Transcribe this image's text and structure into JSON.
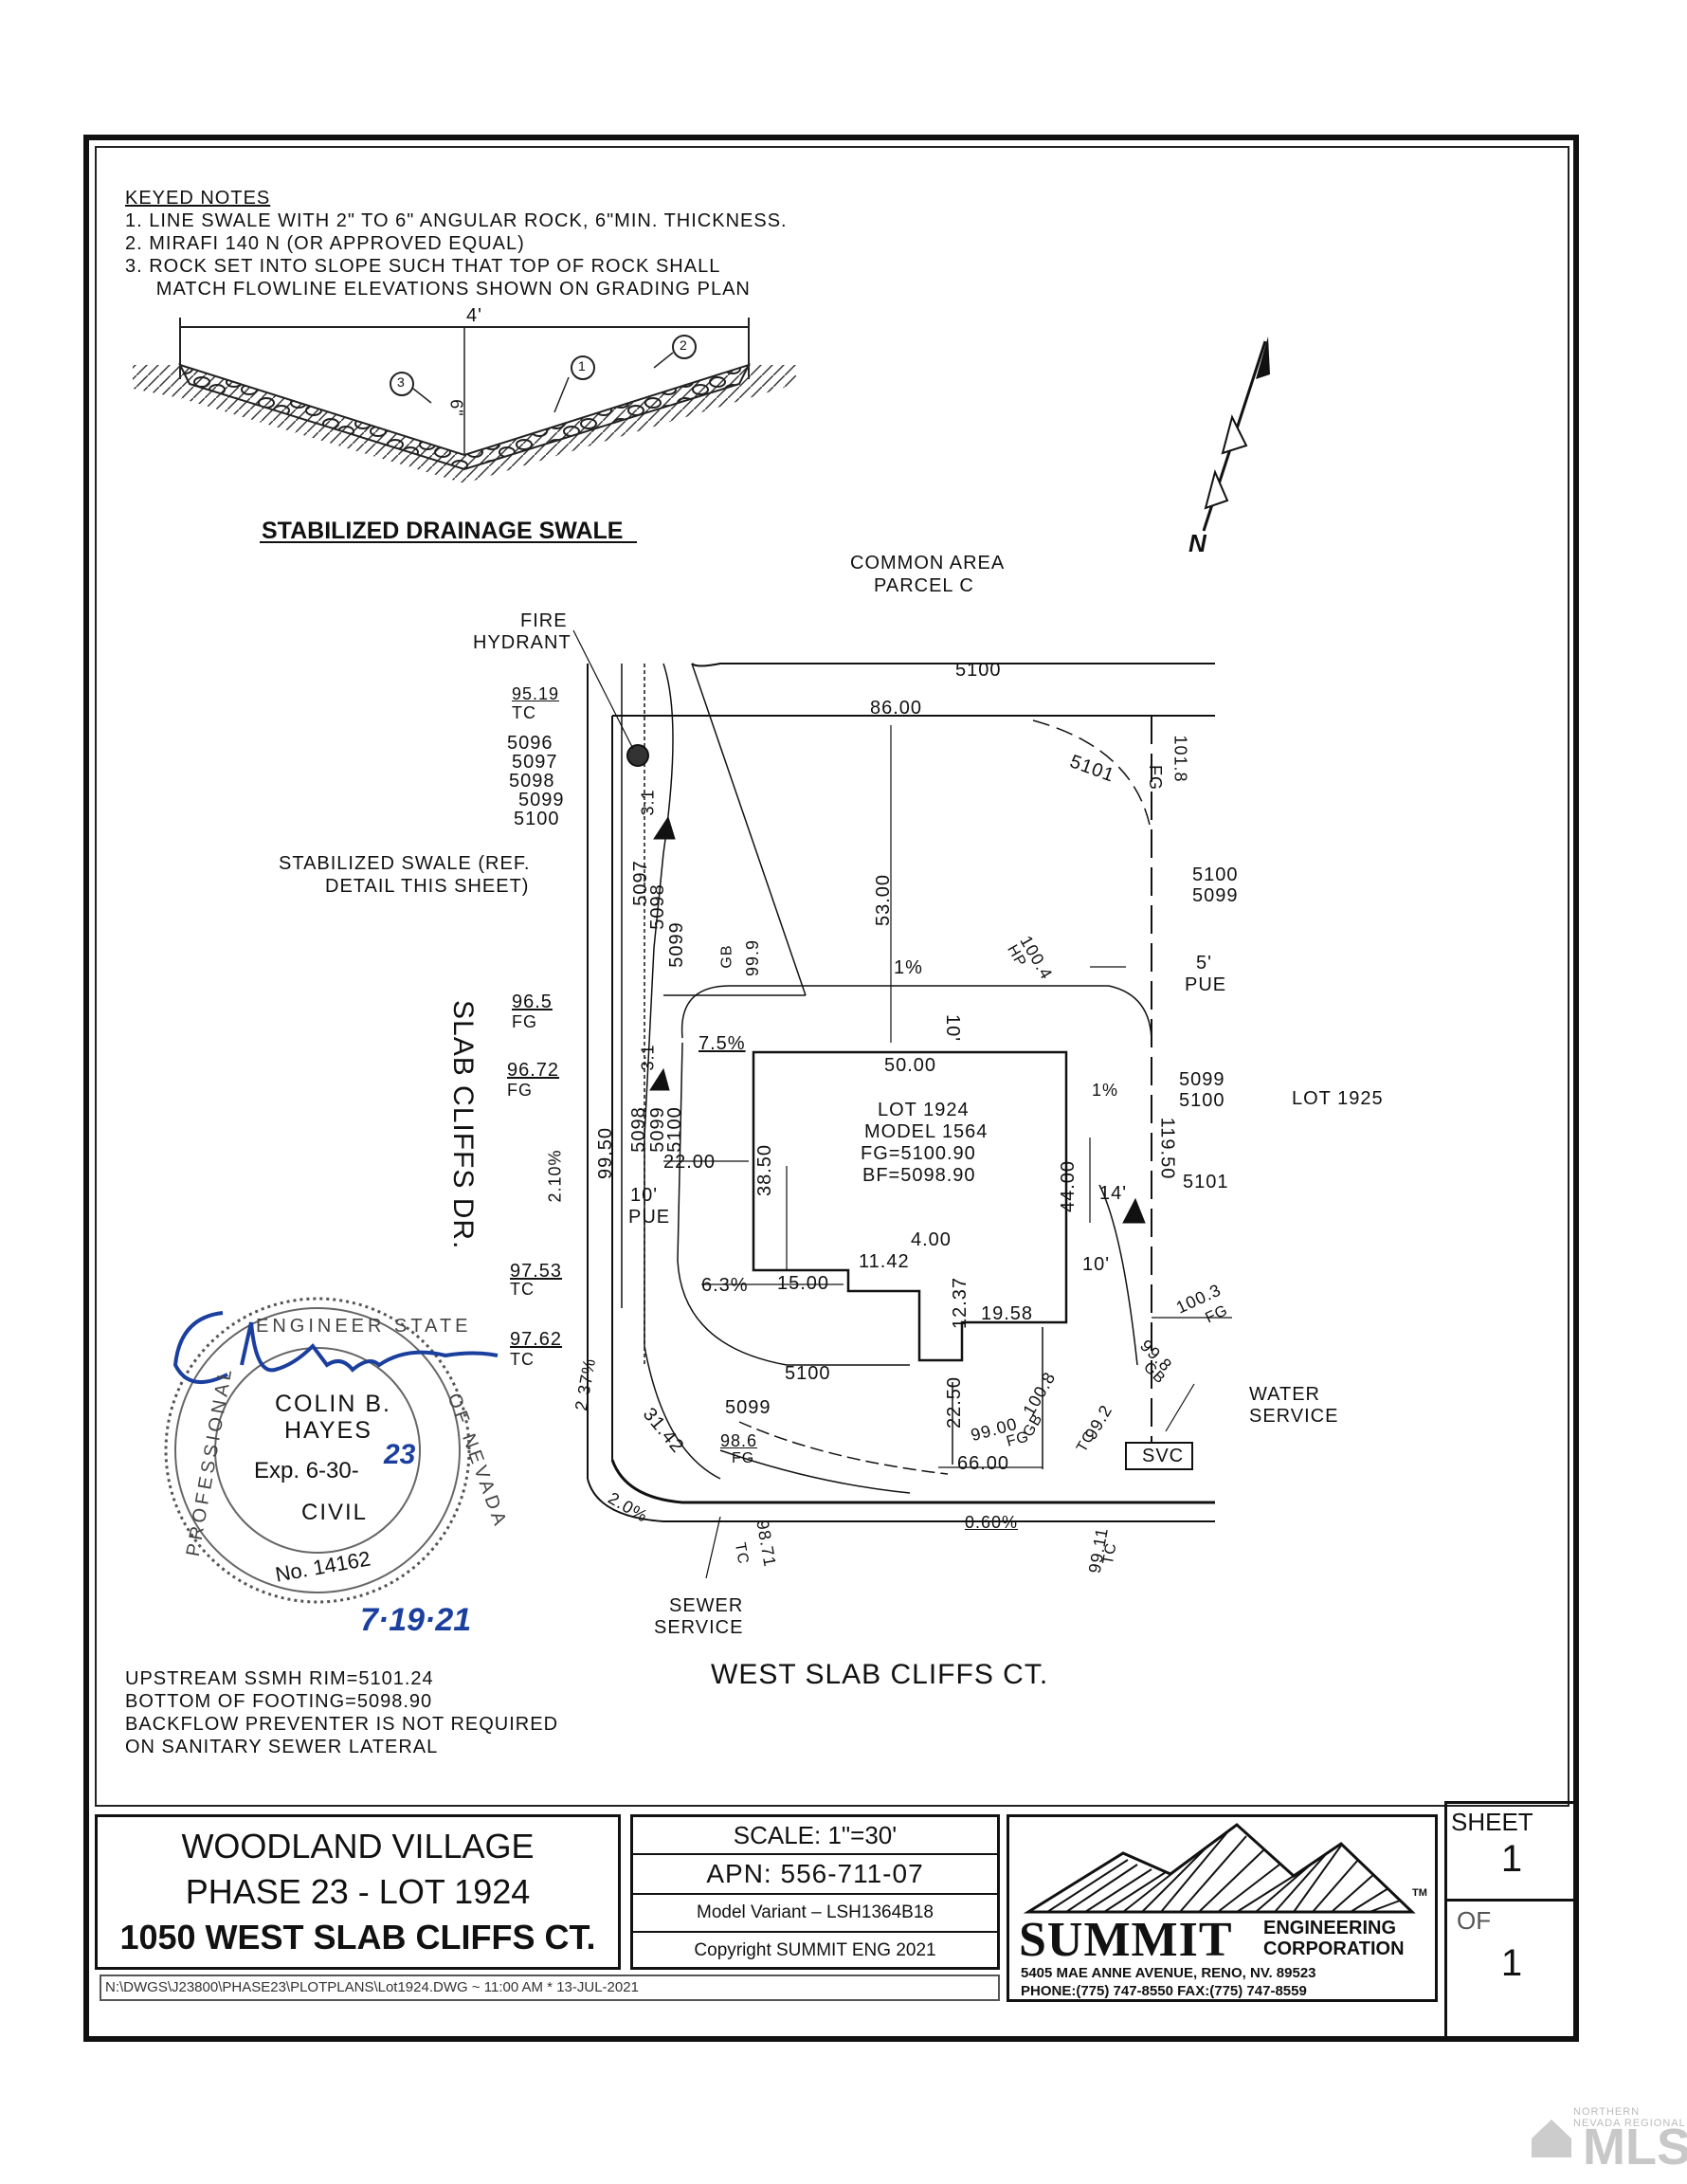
{
  "keyed_notes": {
    "title": "KEYED NOTES",
    "items": [
      "1.  LINE SWALE WITH 2\" TO 6\" ANGULAR ROCK, 6\"MIN. THICKNESS.",
      "2.  MIRAFI 140 N (OR APPROVED EQUAL)",
      "3.  ROCK SET INTO SLOPE SUCH THAT TOP OF ROCK SHALL",
      "     MATCH FLOWLINE ELEVATIONS SHOWN ON GRADING PLAN"
    ]
  },
  "swale_detail": {
    "width_label": "4'",
    "depth_label": "6\"",
    "callouts": [
      "1",
      "2",
      "3"
    ],
    "title": "STABILIZED DRAINAGE SWALE"
  },
  "north_arrow": {
    "label": "N"
  },
  "plan": {
    "common_area": [
      "COMMON AREA",
      "PARCEL C"
    ],
    "fire_hydrant": [
      "FIRE",
      "HYDRANT"
    ],
    "stabilized_swale": [
      "STABILIZED SWALE (REF.",
      "DETAIL THIS SHEET)"
    ],
    "street_left": "SLAB CLIFFS DR.",
    "street_bottom": "WEST SLAB CLIFFS CT.",
    "lot_info": [
      "LOT 1924",
      "MODEL 1564",
      "FG=5100.90",
      "BF=5098.90"
    ],
    "lot_adjacent": "LOT 1925",
    "water_service": [
      "WATER",
      "SERVICE"
    ],
    "sewer_service": [
      "SEWER",
      "SERVICE"
    ],
    "svc": "SVC",
    "pue_5": [
      "5'",
      "PUE"
    ],
    "pue_10": [
      "10'",
      "PUE"
    ],
    "elev_left": [
      "95.19",
      "TC",
      "5096",
      "5097",
      "5098",
      "5099",
      "5100",
      "96.5",
      "FG",
      "96.72",
      "FG",
      "97.53",
      "TC",
      "97.62",
      "TC"
    ],
    "contours": [
      "5100",
      "5101",
      "5100",
      "5099",
      "5099",
      "5100",
      "5101",
      "5100",
      "5099",
      "5097",
      "5098",
      "5099",
      "5098",
      "5099",
      "5100"
    ],
    "dims": [
      "86.00",
      "53.00",
      "50.00",
      "38.50",
      "22.00",
      "44.00",
      "11.42",
      "4.00",
      "12.37",
      "15.00",
      "19.58",
      "22.50",
      "66.00",
      "31.42",
      "119.50",
      "99.50",
      "10'",
      "14'",
      "10'",
      "3:1",
      "3:1"
    ],
    "grades": [
      "101.8",
      "FG",
      "100.4",
      "HP",
      "99.9",
      "GB",
      "100.3",
      "FG",
      "99.8",
      "GB",
      "100.8",
      "GB",
      "99.2",
      "TC",
      "99.00",
      "FG",
      "98.6",
      "FG",
      "98.71",
      "TC",
      "99.11",
      "TC"
    ],
    "slopes": [
      "1%",
      "1%",
      "7.5%",
      "6.3%",
      "2.10%",
      "2.37%",
      "2.0%",
      "0.60%"
    ]
  },
  "seal": {
    "name": [
      "COLIN B.",
      "HAYES"
    ],
    "exp": "Exp. 6-30-",
    "exp_year": "23",
    "type": "CIVIL",
    "number": "No. 14162",
    "ring_top": "ENGINEER STATE",
    "ring_right": "OF NEVADA",
    "ring_left": "PROFESSIONAL",
    "date": "7·19·21",
    "signature": "C Hayes"
  },
  "bottom_notes": [
    "UPSTREAM SSMH RIM=5101.24",
    "BOTTOM OF FOOTING=5098.90",
    "BACKFLOW PREVENTER IS NOT REQUIRED",
    "ON SANITARY SEWER LATERAL"
  ],
  "title_block": {
    "project": [
      "WOODLAND VILLAGE",
      "PHASE 23 - LOT 1924",
      "1050 WEST SLAB CLIFFS CT."
    ],
    "scale": "SCALE:  1\"=30'",
    "apn": "APN:  556-711-07",
    "model_variant": "Model Variant  –  LSH1364B18",
    "copyright": "Copyright  SUMMIT  ENG  2021",
    "company": "SUMMIT",
    "company_sub": [
      "ENGINEERING",
      "CORPORATION"
    ],
    "address": "5405 MAE ANNE AVENUE, RENO, NV. 89523",
    "phone": "PHONE:(775) 747-8550 FAX:(775) 747-8559",
    "tm": "TM",
    "sheet_label": "SHEET",
    "sheet_no": "1",
    "of_label": "OF",
    "of_no": "1"
  },
  "file_path": "N:\\DWGS\\J23800\\PHASE23\\PLOTPLANS\\Lot1924.DWG  ~  11:00 AM  *  13-JUL-2021",
  "watermark": {
    "small": "NORTHERN NEVADA REGIONAL",
    "big": "MLS"
  }
}
